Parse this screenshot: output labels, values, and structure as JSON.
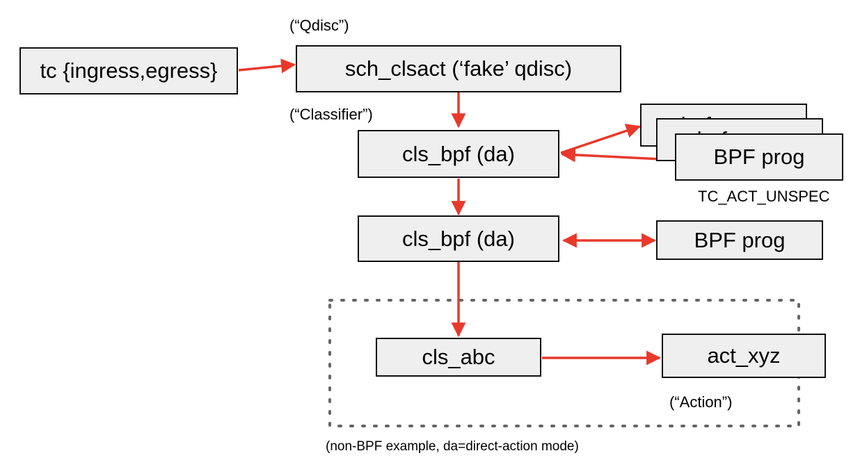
{
  "diagram": {
    "colors": {
      "arrow": "#e8392b",
      "box_fill": "#efefef",
      "box_border": "#111111",
      "dotted_frame": "#666666"
    },
    "boxes": {
      "tc": "tc {ingress,egress}",
      "clsact": "sch_clsact (‘fake’ qdisc)",
      "cls_bpf_1": "cls_bpf (da)",
      "cls_bpf_2": "cls_bpf (da)",
      "bpf_prog_stack_back": "bpf_prog",
      "bpf_prog_stack_mid": "bpf_prog",
      "bpf_prog_stack_front": "BPF prog",
      "bpf_prog_2": "BPF prog",
      "cls_abc": "cls_abc",
      "act_xyz": "act_xyz"
    },
    "labels": {
      "qdisc": "(“Qdisc”)",
      "classifier": "(“Classifier”)",
      "tc_act_unspec": "TC_ACT_UNSPEC",
      "action": "(“Action”)",
      "footnote": "(non-BPF example, da=direct-action mode)"
    }
  }
}
